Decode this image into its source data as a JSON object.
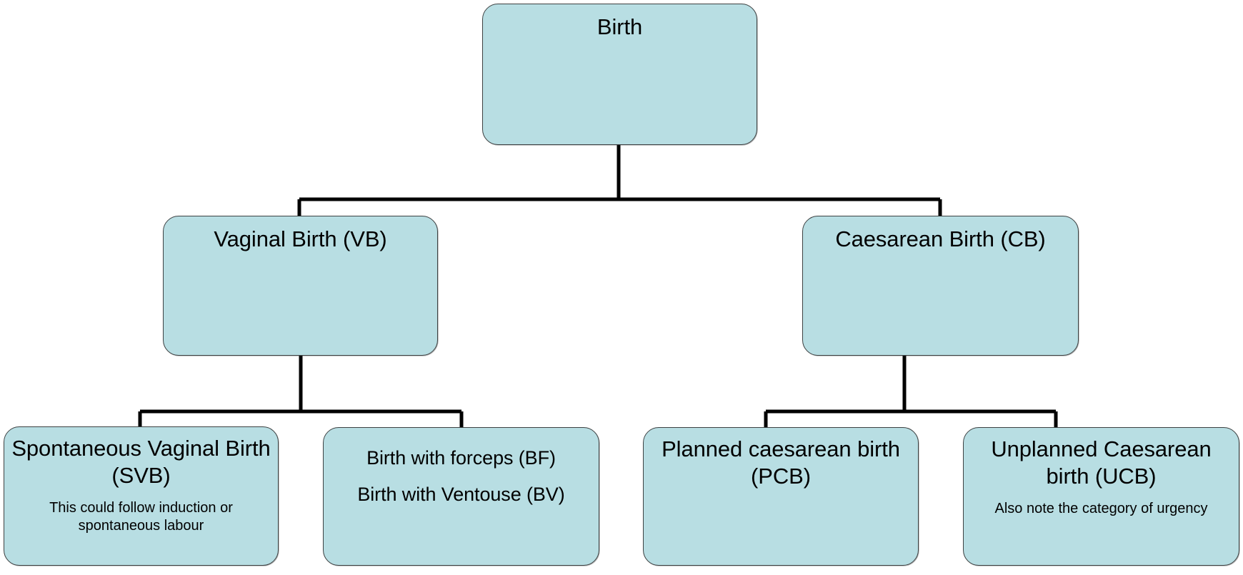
{
  "diagram": {
    "title": "Birth classification flowchart",
    "style": {
      "node_fill": "#b8dee3",
      "node_border": "#3d4142",
      "connector_color": "#000000",
      "text_color": "#000000",
      "background": "#ffffff"
    },
    "nodes": {
      "birth": {
        "label": "Birth",
        "note": ""
      },
      "vaginal_birth": {
        "label": "Vaginal Birth (VB)",
        "note": ""
      },
      "caesarean_birth": {
        "label": "Caesarean Birth (CB)",
        "note": ""
      },
      "spontaneous_vaginal_birth": {
        "label": "Spontaneous Vaginal Birth (SVB)",
        "note": "This could follow induction or spontaneous labour"
      },
      "instrumental_birth": {
        "label_1": "Birth with forceps (BF)",
        "label_2": "Birth with Ventouse (BV)",
        "note": ""
      },
      "planned_caesarean_birth": {
        "label": "Planned caesarean birth (PCB)",
        "note": ""
      },
      "unplanned_caesarean_birth": {
        "label": "Unplanned Caesarean birth (UCB)",
        "note": "Also note the category of urgency"
      }
    },
    "edges": [
      {
        "from": "birth",
        "to": "vaginal_birth"
      },
      {
        "from": "birth",
        "to": "caesarean_birth"
      },
      {
        "from": "vaginal_birth",
        "to": "spontaneous_vaginal_birth"
      },
      {
        "from": "vaginal_birth",
        "to": "instrumental_birth"
      },
      {
        "from": "caesarean_birth",
        "to": "planned_caesarean_birth"
      },
      {
        "from": "caesarean_birth",
        "to": "unplanned_caesarean_birth"
      }
    ]
  }
}
